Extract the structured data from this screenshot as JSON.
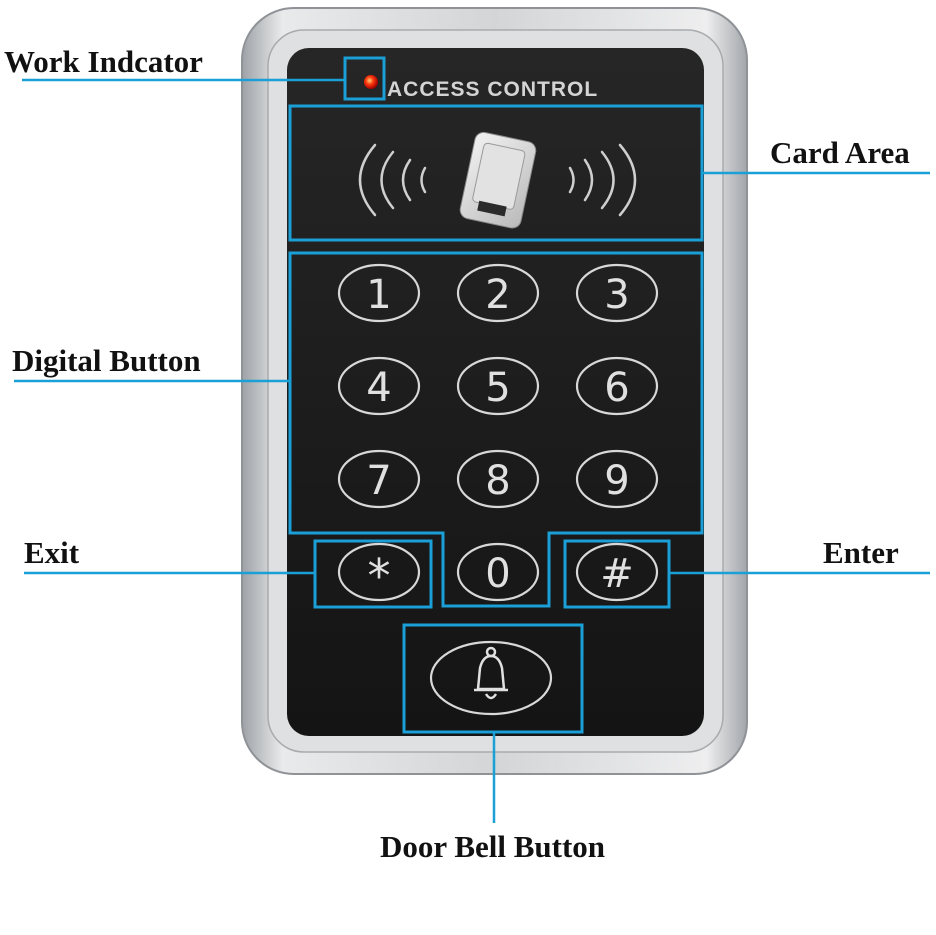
{
  "device": {
    "brand_text": "ACCESS CONTROL",
    "keys": [
      "1",
      "2",
      "3",
      "4",
      "5",
      "6",
      "7",
      "8",
      "9",
      "*",
      "0",
      "#"
    ],
    "colors": {
      "accent": "#1a9fd6",
      "panel": "#1f1f1f",
      "key_stroke": "#d8d8d8",
      "indicator": "#ff2a10",
      "housing": "#c7c9cb"
    },
    "icons": [
      "rfid-wave-icon",
      "card-icon",
      "bell-icon"
    ]
  },
  "callouts": {
    "work_indicator": "Work Indcator",
    "card_area": "Card Area",
    "digital_button": "Digital Button",
    "exit": "Exit",
    "enter": "Enter",
    "door_bell_button": "Door Bell Button"
  }
}
